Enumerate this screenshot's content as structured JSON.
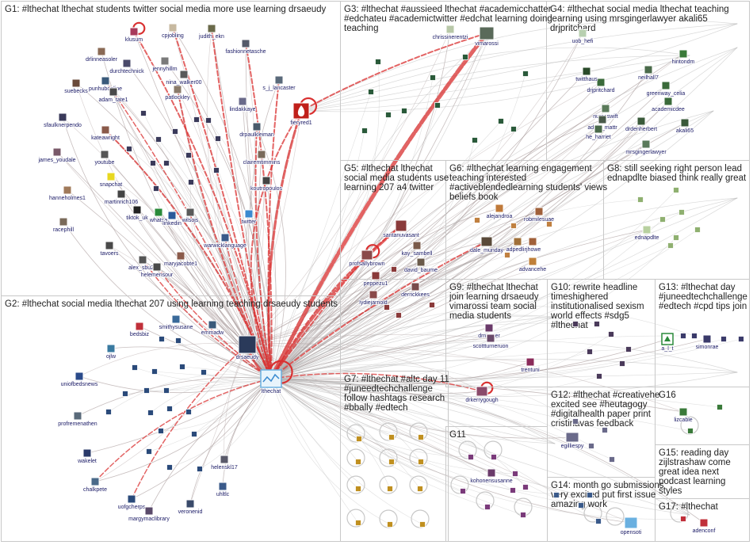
{
  "groups": [
    {
      "id": "G1",
      "title_lines": [
        "G1: #lthechat lthechat students twitter social media more use learning drsaeudy"
      ]
    },
    {
      "id": "G2",
      "title_lines": [
        "G2: #lthechat social media lthechat 207 using learning teaching drsaeudy students"
      ]
    },
    {
      "id": "G3",
      "title_lines": [
        "G3: #lthechat #aussieed lthechat #academicchatter",
        "#edchateu #academictwitter #edchat learning doing",
        "teaching"
      ]
    },
    {
      "id": "G4",
      "title_lines": [
        "G4: #lthechat social media lthechat teaching",
        "learning using mrsgingerlawyer akali65",
        "drjpritchard"
      ]
    },
    {
      "id": "G5",
      "title_lines": [
        "G5: #lthechat lthechat",
        "social media students use",
        "learning 207 a4 twitter"
      ]
    },
    {
      "id": "G6",
      "title_lines": [
        "G6: #lthechat learning engagement",
        "teaching interested",
        "#activeblendedlearning students' views",
        "beliefs book"
      ]
    },
    {
      "id": "G7",
      "title_lines": [
        "G7: #lthechat #altc day 11",
        "#juneedtechchallenge",
        "follow hashtags research",
        "#bbally #edtech"
      ]
    },
    {
      "id": "G8",
      "title_lines": [
        "G8: still seeking right person lead",
        "ednapdlte biased think really great"
      ]
    },
    {
      "id": "G9",
      "title_lines": [
        "G9: #lthechat lthechat",
        "join learning drsaeudy",
        "vimarossi team social",
        "media students"
      ]
    },
    {
      "id": "G10",
      "title_lines": [
        "G10: rewrite headline",
        "timeshighered",
        "institutionalised sexism",
        "world effects #sdg5",
        "#lthechat"
      ]
    },
    {
      "id": "G11",
      "title_lines": [
        "G11"
      ]
    },
    {
      "id": "G12",
      "title_lines": [
        "G12: #lthechat #creativehe",
        "excited see #heutagogy",
        "#digitalhealth paper print",
        "cristinavas feedback"
      ]
    },
    {
      "id": "G13",
      "title_lines": [
        "G13: #lthechat day",
        "#juneedtechchallenge",
        "#edtech #cpd tips join"
      ]
    },
    {
      "id": "G14",
      "title_lines": [
        "G14: month go submissions",
        "very excited put first issue",
        "amazing work"
      ]
    },
    {
      "id": "G15",
      "title_lines": [
        "G15: reading day",
        "zijlstrashaw come",
        "great idea next",
        "podcast learning",
        "styles"
      ]
    },
    {
      "id": "G16",
      "title_lines": [
        "G16"
      ]
    },
    {
      "id": "G17",
      "title_lines": [
        "G17: #lthechat"
      ]
    }
  ],
  "nodes": [
    {
      "id": "klusum",
      "label": "klusum",
      "group": "G1",
      "color": "#a83a5a"
    },
    {
      "id": "cpjobling",
      "label": "cpjobling",
      "group": "G1",
      "color": "#c7b9a0"
    },
    {
      "id": "judith_ekn",
      "label": "judith_ekn",
      "group": "G1",
      "color": "#6a6a4a"
    },
    {
      "id": "fashionnetasche",
      "label": "fashionnetasche",
      "group": "G1",
      "color": "#555a6a"
    },
    {
      "id": "drlinneasoler",
      "label": "drlinneasoler",
      "group": "G1",
      "color": "#8a6a55"
    },
    {
      "id": "jennyhillm",
      "label": "jennyhillm",
      "group": "G1",
      "color": "#7a7a7a"
    },
    {
      "id": "durchtechnick",
      "label": "durchtechnick",
      "group": "G1",
      "color": "#4a4a6a"
    },
    {
      "id": "nina_walker00",
      "label": "nina_walker00",
      "group": "G1",
      "color": "#5a5a5a"
    },
    {
      "id": "punhubonline",
      "label": "punhubonline",
      "group": "G1",
      "color": "#3a5a7a"
    },
    {
      "id": "s_j_lancaster",
      "label": "s_j_lancaster",
      "group": "G1",
      "color": "#5a6a7a"
    },
    {
      "id": "suebecks",
      "label": "suebecks",
      "group": "G1",
      "color": "#6a4a3a"
    },
    {
      "id": "adam_tate1",
      "label": "adam_tate1",
      "group": "G1",
      "color": "#4a4a4a"
    },
    {
      "id": "patlockley",
      "label": "patlockley",
      "group": "G1",
      "color": "#8a7a6a"
    },
    {
      "id": "sfaulknerpendo",
      "label": "sfaulknerpendo",
      "group": "G1",
      "color": "#3a3a5a"
    },
    {
      "id": "lindakkaye",
      "label": "lindakkaye",
      "group": "G1",
      "color": "#6a6a8a"
    },
    {
      "id": "fieryred1",
      "label": "fieryred1",
      "group": "G1",
      "color": "#c0201a"
    },
    {
      "id": "drpaulkleiman",
      "label": "drpaulkleiman",
      "group": "G1",
      "color": "#4a5a6a"
    },
    {
      "id": "kateawright",
      "label": "kateawright",
      "group": "G1",
      "color": "#8a5a4a"
    },
    {
      "id": "james_youdale",
      "label": "james_youdale",
      "group": "G1",
      "color": "#7a5a6a"
    },
    {
      "id": "youtube",
      "label": "youtube",
      "group": "G1",
      "color": "#555555"
    },
    {
      "id": "clairemtimmins",
      "label": "clairemtimmins",
      "group": "G1",
      "color": "#7a6a5a"
    },
    {
      "id": "snapchat",
      "label": "snapchat",
      "group": "G1",
      "color": "#e8d820"
    },
    {
      "id": "hanneholmes1",
      "label": "hanneholmes1",
      "group": "G1",
      "color": "#a07a5a"
    },
    {
      "id": "martinrich106",
      "label": "martinrich106",
      "group": "G1",
      "color": "#444444"
    },
    {
      "id": "koutropoulos",
      "label": "koutropoulos",
      "group": "G1",
      "color": "#444444"
    },
    {
      "id": "tiktok_uk",
      "label": "tiktok_uk",
      "group": "G1",
      "color": "#222222"
    },
    {
      "id": "whatsapp",
      "label": "whatsa",
      "group": "G1",
      "color": "#2a8a3a"
    },
    {
      "id": "linkedin",
      "label": "linkedin",
      "group": "G1",
      "color": "#2a5a9a"
    },
    {
      "id": "wilsojs",
      "label": "wilsojs",
      "group": "G1",
      "color": "#5a5a5a"
    },
    {
      "id": "twitter",
      "label": "twitter",
      "group": "G1",
      "color": "#3a8ad0"
    },
    {
      "id": "racephill",
      "label": "racephill",
      "group": "G1",
      "color": "#7a6a5a"
    },
    {
      "id": "warwicklanguage",
      "label": "warwicklanguage",
      "group": "G1",
      "color": "#3a5a8a"
    },
    {
      "id": "tavoers",
      "label": "tavoers",
      "group": "G1",
      "color": "#4a4a4a"
    },
    {
      "id": "alex_sbu21",
      "label": "alex_sbu21",
      "group": "G1",
      "color": "#555555"
    },
    {
      "id": "maryjacobte1",
      "label": "maryjacobte1",
      "group": "G1",
      "color": "#8a5a4a"
    },
    {
      "id": "helemensour",
      "label": "helemensour",
      "group": "G1",
      "color": "#4a4a4a"
    },
    {
      "id": "drsaeudy",
      "label": "drsaeudy",
      "group": "G2",
      "color": "#2a3a5a"
    },
    {
      "id": "lthechat",
      "label": "lthechat",
      "group": "G2",
      "color": "#6ab0e0"
    },
    {
      "id": "smithysusane",
      "label": "smithysusane",
      "group": "G2",
      "color": "#3a6a9a"
    },
    {
      "id": "emmadw",
      "label": "emmadw",
      "group": "G2",
      "color": "#3a5a7a"
    },
    {
      "id": "bedsbiz",
      "label": "bedsbiz",
      "group": "G2",
      "color": "#c0303a"
    },
    {
      "id": "ojlw",
      "label": "ojlw",
      "group": "G2",
      "color": "#3a7aa0"
    },
    {
      "id": "uniofbedsnews",
      "label": "uniofbedsnews",
      "group": "G2",
      "color": "#2a4a8a"
    },
    {
      "id": "profremenathen",
      "label": "profremenathen",
      "group": "G2",
      "color": "#5a6a7a"
    },
    {
      "id": "wakelet",
      "label": "wakelet",
      "group": "G2",
      "color": "#2a3a6a"
    },
    {
      "id": "chalkpete",
      "label": "chalkpete",
      "group": "G2",
      "color": "#4a6a8a"
    },
    {
      "id": "helenskl17",
      "label": "helenskl17",
      "group": "G2",
      "color": "#5a5a6a"
    },
    {
      "id": "uhltlc",
      "label": "uhltlc",
      "group": "G2",
      "color": "#3a5a8a"
    },
    {
      "id": "uofgcherps",
      "label": "uofgcherps",
      "group": "G2",
      "color": "#2a4a7a"
    },
    {
      "id": "margymaclibrary",
      "label": "margymaclibrary",
      "group": "G2",
      "color": "#5a4a6a"
    },
    {
      "id": "veronenid",
      "label": "veronenid",
      "group": "G2",
      "color": "#3a4a6a"
    },
    {
      "id": "chrissinerentzi",
      "label": "chrissinerentzi",
      "group": "G3",
      "color": "#b8c8a8"
    },
    {
      "id": "vimarossi",
      "label": "vimarossi",
      "group": "G3",
      "color": "#5a6a5a"
    },
    {
      "id": "uob_hefi",
      "label": "uob_hefi",
      "group": "G4",
      "color": "#b8d0b0"
    },
    {
      "id": "hintondm",
      "label": "hintondm",
      "group": "G4",
      "color": "#3a7a3a"
    },
    {
      "id": "neilhall7",
      "label": "neilhall7",
      "group": "G4",
      "color": "#4a6a4a"
    },
    {
      "id": "drjpritchard",
      "label": "drjpritchard",
      "group": "G4",
      "color": "#3a6a3a"
    },
    {
      "id": "twitthaus",
      "label": "twitthaus",
      "group": "G4",
      "color": "#2a4a2a"
    },
    {
      "id": "greenway_celia",
      "label": "greenway_celia",
      "group": "G4",
      "color": "#3a6a3a"
    },
    {
      "id": "nurseswift",
      "label": "nurseswift",
      "group": "G4",
      "color": "#5a7a5a"
    },
    {
      "id": "academicdee",
      "label": "academicdee",
      "group": "G4",
      "color": "#3a6a3a"
    },
    {
      "id": "adem_mattr",
      "label": "adem_mattr",
      "group": "G4",
      "color": "#4a5a4a"
    },
    {
      "id": "drdenherbert",
      "label": "drdenherbert",
      "group": "G4",
      "color": "#3a5a3a"
    },
    {
      "id": "he_harriet",
      "label": "he_harriet",
      "group": "G4",
      "color": "#4a6a4a"
    },
    {
      "id": "akali65",
      "label": "akali65",
      "group": "G4",
      "color": "#3a5a3a"
    },
    {
      "id": "mrsgingerlawyer",
      "label": "mrsgingerlawyer",
      "group": "G4",
      "color": "#5a7a5a"
    },
    {
      "id": "santanuvasant",
      "label": "santanuvasant",
      "group": "G5",
      "color": "#8a3a3a"
    },
    {
      "id": "kay_sambell",
      "label": "kay_sambell",
      "group": "G5",
      "color": "#7a5a4a"
    },
    {
      "id": "profsallybrown",
      "label": "profsallybrown",
      "group": "G5",
      "color": "#8a4a4a"
    },
    {
      "id": "david_baume",
      "label": "david_baume",
      "group": "G5",
      "color": "#6a5a4a"
    },
    {
      "id": "peppezu1",
      "label": "peppezu1",
      "group": "G5",
      "color": "#8a3a3a"
    },
    {
      "id": "derrickkees",
      "label": "derrickkees",
      "group": "G5",
      "color": "#7a4a4a"
    },
    {
      "id": "lydiejarnold",
      "label": "lydiejarnold",
      "group": "G5",
      "color": "#8a4a4a"
    },
    {
      "id": "alejandroa",
      "label": "alejandroa",
      "group": "G6",
      "color": "#c07a3a"
    },
    {
      "id": "robmilesuae",
      "label": "robmilesuae",
      "group": "G6",
      "color": "#a0603a"
    },
    {
      "id": "dale_munday",
      "label": "dale_munday",
      "group": "G6",
      "color": "#5a4a3a"
    },
    {
      "id": "adpedlite",
      "label": "adpedlite",
      "group": "G6",
      "color": "#a0703a"
    },
    {
      "id": "rjhowe",
      "label": "rjhowe",
      "group": "G6",
      "color": "#a0603a"
    },
    {
      "id": "advancehe",
      "label": "advancehe",
      "group": "G6",
      "color": "#c0803a"
    },
    {
      "id": "ednapdlte",
      "label": "ednapdlte",
      "group": "G8",
      "color": "#b8d0a0"
    },
    {
      "id": "drntaster",
      "label": "drntaster",
      "group": "G9",
      "color": "#6a3a6a"
    },
    {
      "id": "scottturneruon",
      "label": "scottturneruon",
      "group": "G9",
      "color": "#6a4a6a"
    },
    {
      "id": "trentuni",
      "label": "trentuni",
      "group": "G9",
      "color": "#8a2a5a"
    },
    {
      "id": "drkerrygough",
      "label": "drkerrygough",
      "group": "G9",
      "color": "#8a4a6a"
    },
    {
      "id": "kohonensusanne",
      "label": "kohonensusanne",
      "group": "G11",
      "color": "#6a3a6a"
    },
    {
      "id": "egilliespy",
      "label": "egilliespy",
      "group": "G12",
      "color": "#6a6a8a"
    },
    {
      "id": "a_l_t",
      "label": "a_l_t",
      "group": "G13",
      "color": "#2a8a3a"
    },
    {
      "id": "simonrae",
      "label": "simonrae",
      "group": "G13",
      "color": "#3a3a6a"
    },
    {
      "id": "lizcable",
      "label": "lizcable",
      "group": "G16",
      "color": "#3a7a3a"
    },
    {
      "id": "opensoti",
      "label": "opensoti",
      "group": "G14",
      "color": "#6ab0e0"
    },
    {
      "id": "adenconf",
      "label": "adenconf",
      "group": "G17",
      "color": "#c0303a"
    }
  ],
  "legend": {}
}
